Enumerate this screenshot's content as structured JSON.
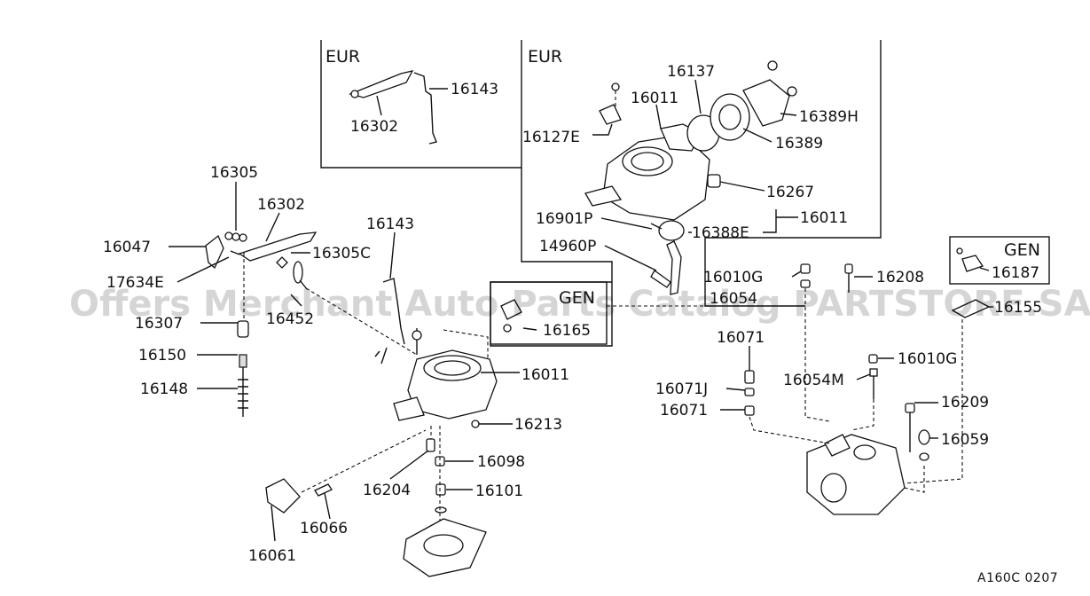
{
  "diagram": {
    "watermark": "Offers Merchant Auto Parts Catalog PARTSTORE.SA",
    "drawing_code": "A160C 0207",
    "region_tags": {
      "eur_left": "EUR",
      "eur_right": "EUR",
      "gen_center": "GEN",
      "gen_right": "GEN"
    },
    "labels": [
      "16143",
      "16302",
      "16137",
      "16011",
      "16127E",
      "16389H",
      "16389",
      "16267",
      "16011",
      "16901P",
      "16388E",
      "14960P",
      "16305",
      "16302",
      "16047",
      "16305C",
      "17634E",
      "16143",
      "16307",
      "16452",
      "16150",
      "16148",
      "16165",
      "16011",
      "16213",
      "16098",
      "16204",
      "16101",
      "16066",
      "16061",
      "16010G",
      "16054",
      "16208",
      "16187",
      "16155",
      "16071",
      "16010G",
      "16054M",
      "16071J",
      "16209",
      "16071",
      "16059"
    ]
  }
}
